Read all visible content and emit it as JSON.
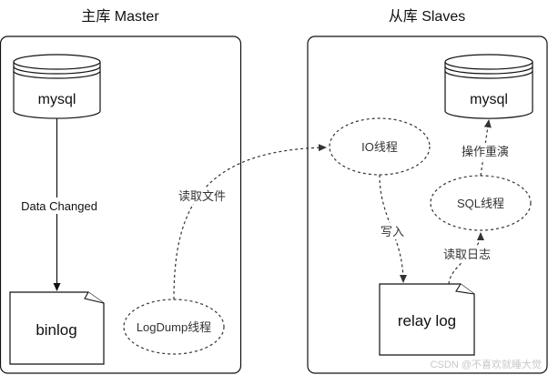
{
  "master": {
    "title": "主库 Master",
    "db_label": "mysql",
    "binlog_label": "binlog",
    "logdump_label": "LogDump线程",
    "edge_data_changed": "Data Changed",
    "edge_read_file": "读取文件"
  },
  "slave": {
    "title": "从库 Slaves",
    "db_label": "mysql",
    "io_thread_label": "IO线程",
    "sql_thread_label": "SQL线程",
    "relay_log_label": "relay log",
    "edge_write": "写入",
    "edge_read_log": "读取日志",
    "edge_replay": "操作重演"
  },
  "watermark": "CSDN @不喜欢就睡大觉"
}
